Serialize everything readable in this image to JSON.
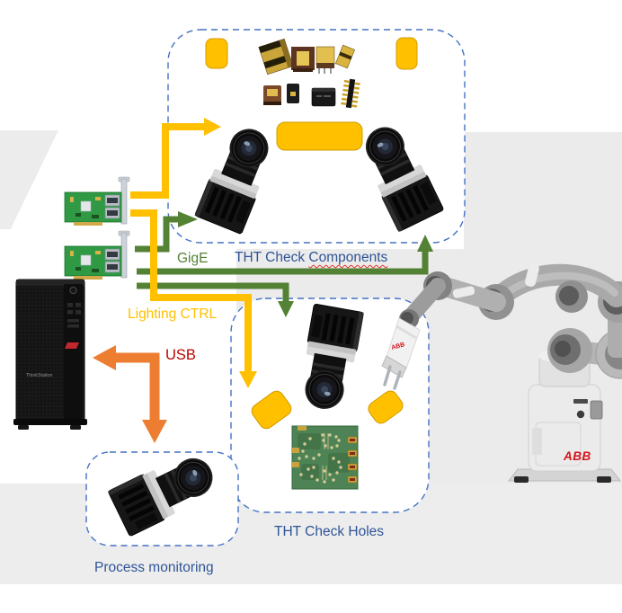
{
  "labels": {
    "gige": "GigE",
    "lighting_ctrl": "Lighting CTRL",
    "usb": "USB"
  },
  "stations": {
    "components": {
      "prefix": "THT Check ",
      "underlined": "Components"
    },
    "holes": {
      "label": "THT Check Holes"
    },
    "process": {
      "label": "Process monitoring"
    }
  },
  "equipment": {
    "workstation_logo": "ThinkStation",
    "robot_base_logo": "ABB",
    "gripper_logo": "ABB"
  },
  "colors": {
    "gige_green": "#548235",
    "lighting_yellow": "#FFC000",
    "usb_arrow_orange": "#ED7D31",
    "usb_text_red": "#C00000",
    "station_label_blue": "#2F5496",
    "box_border_blue": "#4472C4"
  },
  "arrows": [
    {
      "color": "#FFC000",
      "from": "network-card-1",
      "to": "tht-check-components-station"
    },
    {
      "color": "#FFC000",
      "from": "network-card-1",
      "to": "tht-check-holes-station"
    },
    {
      "color": "#548235",
      "from": "network-card-2",
      "to": "tht-check-components-camera"
    },
    {
      "color": "#548235",
      "from": "workstation",
      "to": "tht-check-components-station"
    },
    {
      "color": "#548235",
      "from": "workstation",
      "to": "tht-check-holes-station"
    },
    {
      "color": "#ED7D31",
      "from": "workstation",
      "to": "process-monitoring-camera"
    }
  ]
}
